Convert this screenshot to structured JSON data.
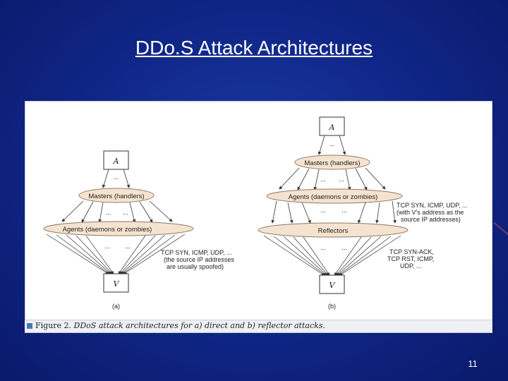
{
  "slide": {
    "title": "DDo.S Attack Architectures",
    "page_number": "11"
  },
  "figure": {
    "caption_lead": "Figure 2.",
    "caption_rest": "DDoS attack architectures for a) direct and b) reflector attacks.",
    "direct": {
      "attacker": "A",
      "masters": "Masters (handlers)",
      "agents": "Agents (daemons or zombies)",
      "victim": "V",
      "note_line1": "TCP SYN, ICMP, UDP, ...",
      "note_line2": "(the source IP addresses",
      "note_line3": "are usually spoofed)",
      "sublabel": "(a)"
    },
    "reflector": {
      "attacker": "A",
      "masters": "Masters (handlers)",
      "agents": "Agents (daemons or zombies)",
      "reflectors": "Reflectors",
      "victim": "V",
      "note1_line1": "TCP SYN, ICMP, UDP, ...",
      "note1_line2": "(with V's address as the",
      "note1_line3": "source IP addresses)",
      "note2_line1": "TCP SYN-ACK,",
      "note2_line2": "TCP RST, ICMP,",
      "note2_line3": "UDP, ...",
      "sublabel": "(b)"
    },
    "ellipsis": "..."
  },
  "colors": {
    "ellipse_fill": "#f6e3cf",
    "ellipse_stroke": "#8a7a6a",
    "line": "#333333",
    "background": "#0f2585"
  }
}
